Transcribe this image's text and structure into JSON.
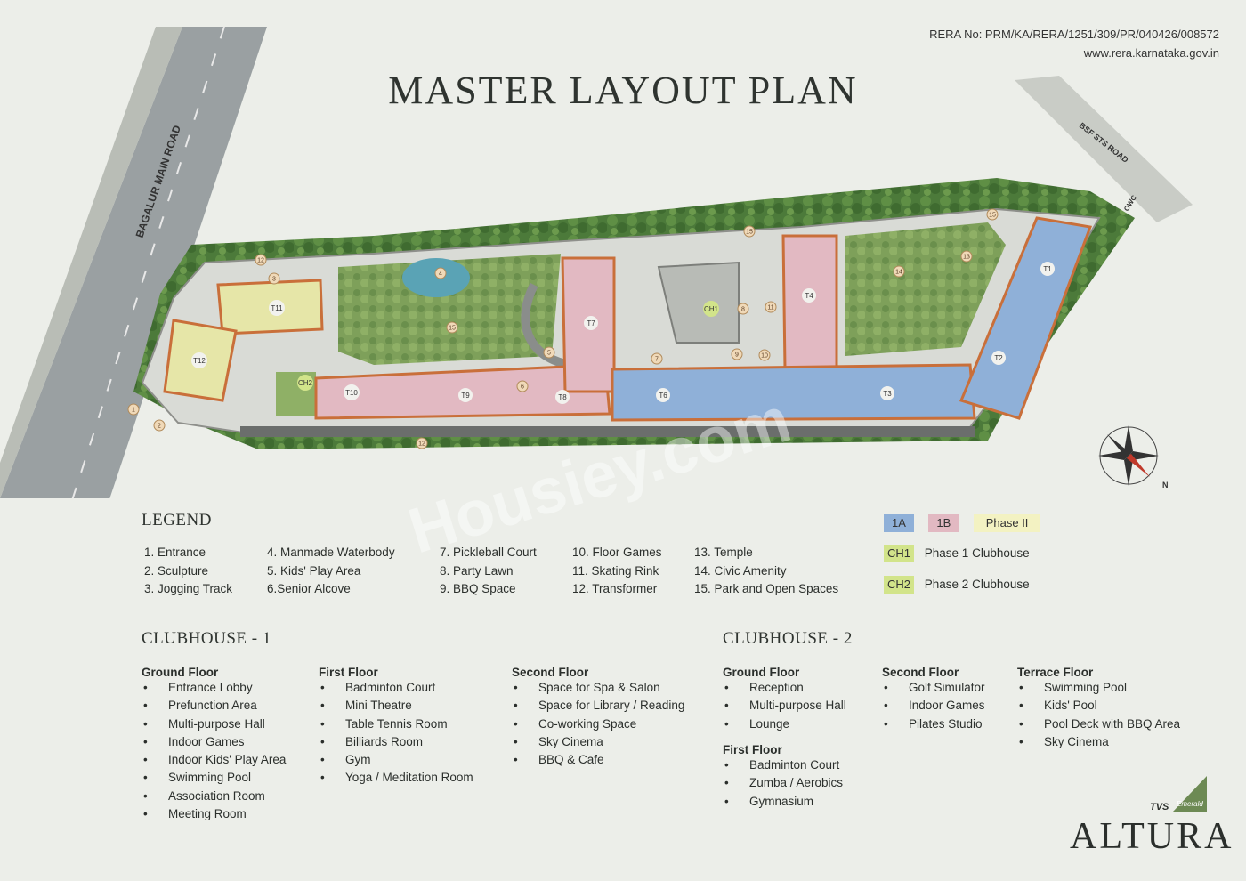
{
  "header": {
    "title": "MASTER LAYOUT PLAN",
    "rera_no": "RERA No: PRM/KA/RERA/1251/309/PR/040426/008572",
    "rera_url": "www.rera.karnataka.gov.in"
  },
  "map": {
    "roads": {
      "main": "BAGALUR MAIN ROAD",
      "side": "BSF STS ROAD",
      "owc": "OWC"
    },
    "towers": [
      "T1",
      "T2",
      "T3",
      "T4",
      "T6",
      "T7",
      "T8",
      "T9",
      "T10",
      "T11",
      "T12"
    ],
    "clubhouse_markers": [
      "CH1",
      "CH2"
    ],
    "markers": [
      "1",
      "2",
      "3",
      "4",
      "5",
      "6",
      "7",
      "8",
      "9",
      "10",
      "11",
      "12",
      "13",
      "14",
      "15"
    ],
    "compass_label": "N",
    "watermark": "Housiey.com",
    "colors": {
      "phase_1a": "#8fb0d8",
      "phase_1b": "#e2b9c2",
      "phase_2": "#e6e6a8",
      "ch_tag": "#d2e48a"
    }
  },
  "legend": {
    "heading": "LEGEND",
    "columns": [
      [
        "1. Entrance",
        "2. Sculpture",
        "3. Jogging Track"
      ],
      [
        "4. Manmade Waterbody",
        "5. Kids' Play Area",
        "6.Senior Alcove"
      ],
      [
        "7. Pickleball Court",
        "8. Party Lawn",
        "9. BBQ Space"
      ],
      [
        "10. Floor Games",
        "11.  Skating Rink",
        "12. Transformer"
      ],
      [
        "13. Temple",
        "14. Civic Amenity",
        "15.  Park and Open Spaces"
      ]
    ],
    "phases": {
      "p1a": "1A",
      "p1b": "1B",
      "p2": "Phase II"
    },
    "clubhouses": [
      {
        "tag": "CH1",
        "label": "Phase 1 Clubhouse"
      },
      {
        "tag": "CH2",
        "label": "Phase 2 Clubhouse"
      }
    ]
  },
  "clubhouse1": {
    "heading": "CLUBHOUSE - 1",
    "floors": [
      {
        "name": "Ground Floor",
        "items": [
          "Entrance Lobby",
          "Prefunction Area",
          "Multi-purpose Hall",
          "Indoor Games",
          "Indoor Kids' Play Area",
          "Swimming Pool",
          "Association Room",
          "Meeting Room"
        ]
      },
      {
        "name": "First Floor",
        "items": [
          "Badminton Court",
          "Mini Theatre",
          "Table Tennis Room",
          "Billiards Room",
          "Gym",
          "Yoga / Meditation Room"
        ]
      },
      {
        "name": "Second Floor",
        "items": [
          "Space for Spa & Salon",
          "Space for Library / Reading",
          "Co-working Space",
          "Sky Cinema",
          "BBQ & Cafe"
        ]
      }
    ]
  },
  "clubhouse2": {
    "heading": "CLUBHOUSE - 2",
    "floors": [
      {
        "name": "Ground Floor",
        "items": [
          "Reception",
          "Multi-purpose Hall",
          "Lounge"
        ]
      },
      {
        "name": "First Floor",
        "items": [
          "Badminton Court",
          "Zumba / Aerobics",
          "Gymnasium"
        ]
      },
      {
        "name": "Second Floor",
        "items": [
          "Golf Simulator",
          "Indoor Games",
          "Pilates Studio"
        ]
      },
      {
        "name": "Terrace Floor",
        "items": [
          "Swimming Pool",
          "Kids' Pool",
          "Pool Deck with BBQ Area",
          "Sky Cinema"
        ]
      }
    ]
  },
  "brand": {
    "maker": "TVS",
    "sub": "Emerald",
    "name": "ALTURA"
  }
}
